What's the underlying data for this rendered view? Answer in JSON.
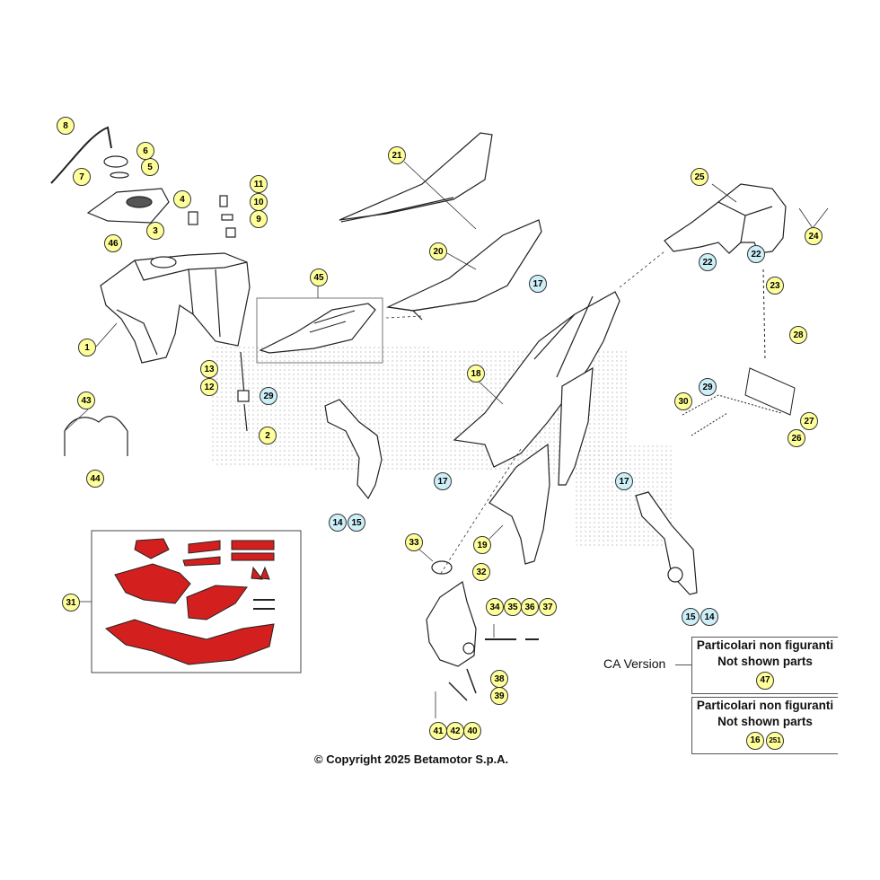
{
  "callouts": [
    {
      "label": "1",
      "style": "yellow"
    },
    {
      "label": "2",
      "style": "yellow"
    },
    {
      "label": "3",
      "style": "yellow"
    },
    {
      "label": "4",
      "style": "yellow"
    },
    {
      "label": "5",
      "style": "yellow"
    },
    {
      "label": "6",
      "style": "yellow"
    },
    {
      "label": "7",
      "style": "yellow"
    },
    {
      "label": "8",
      "style": "yellow"
    },
    {
      "label": "9",
      "style": "yellow"
    },
    {
      "label": "10",
      "style": "yellow"
    },
    {
      "label": "11",
      "style": "yellow"
    },
    {
      "label": "12",
      "style": "yellow"
    },
    {
      "label": "13",
      "style": "yellow"
    },
    {
      "label": "29",
      "style": "cyan"
    },
    {
      "label": "46",
      "style": "yellow"
    },
    {
      "label": "45",
      "style": "yellow"
    },
    {
      "label": "21",
      "style": "yellow"
    },
    {
      "label": "20",
      "style": "yellow"
    },
    {
      "label": "43",
      "style": "yellow"
    },
    {
      "label": "44",
      "style": "yellow"
    },
    {
      "label": "14",
      "style": "cyan"
    },
    {
      "label": "15",
      "style": "cyan"
    },
    {
      "label": "17",
      "style": "cyan"
    },
    {
      "label": "18",
      "style": "yellow"
    },
    {
      "label": "17",
      "style": "cyan"
    },
    {
      "label": "17",
      "style": "cyan"
    },
    {
      "label": "19",
      "style": "yellow"
    },
    {
      "label": "25",
      "style": "yellow"
    },
    {
      "label": "22",
      "style": "cyan"
    },
    {
      "label": "22",
      "style": "cyan"
    },
    {
      "label": "23",
      "style": "yellow"
    },
    {
      "label": "24",
      "style": "yellow"
    },
    {
      "label": "28",
      "style": "yellow"
    },
    {
      "label": "29",
      "style": "cyan"
    },
    {
      "label": "30",
      "style": "yellow"
    },
    {
      "label": "27",
      "style": "yellow"
    },
    {
      "label": "26",
      "style": "yellow"
    },
    {
      "label": "15",
      "style": "cyan"
    },
    {
      "label": "14",
      "style": "cyan"
    },
    {
      "label": "31",
      "style": "yellow"
    },
    {
      "label": "33",
      "style": "yellow"
    },
    {
      "label": "32",
      "style": "yellow"
    },
    {
      "label": "34",
      "style": "yellow"
    },
    {
      "label": "35",
      "style": "yellow"
    },
    {
      "label": "36",
      "style": "yellow"
    },
    {
      "label": "37",
      "style": "yellow"
    },
    {
      "label": "38",
      "style": "yellow"
    },
    {
      "label": "39",
      "style": "yellow"
    },
    {
      "label": "41",
      "style": "yellow"
    },
    {
      "label": "42",
      "style": "yellow"
    },
    {
      "label": "40",
      "style": "yellow"
    }
  ],
  "notes": [
    {
      "line1": "Particolari non figuranti",
      "line2": "Not shown parts",
      "parts": [
        "47"
      ]
    },
    {
      "line1": "Particolari non figuranti",
      "line2": "Not shown parts",
      "parts": [
        "16",
        "251"
      ]
    }
  ],
  "ca_version_label": "CA Version",
  "copyright": "© Copyright 2025 Betamotor S.p.A.",
  "colors": {
    "callout_yellow": "#ffff99",
    "callout_cyan": "#cdeff7",
    "decal_red": "#d41f1f",
    "outline": "#222222",
    "watermark_dots": "#cccccc"
  }
}
